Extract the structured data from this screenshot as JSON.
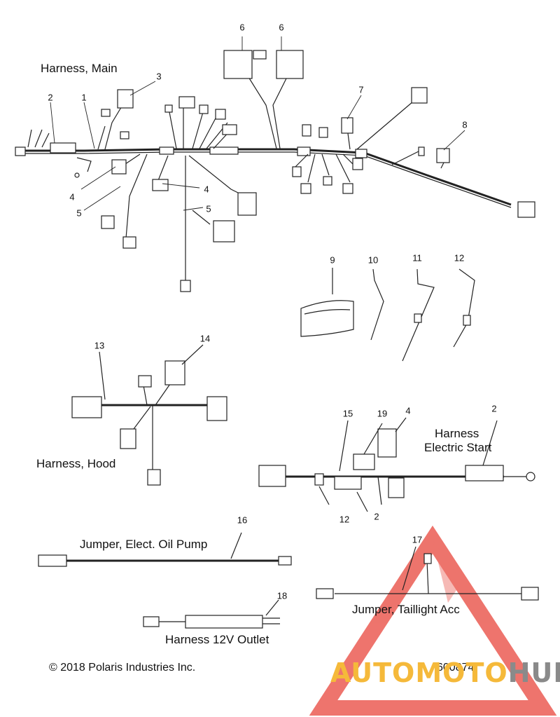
{
  "titles": {
    "main": "Harness, Main",
    "hood": "Harness, Hood",
    "estart_line1": "Harness",
    "estart_line2": "Electric Start",
    "oilpump": "Jumper, Elect. Oil Pump",
    "taillight": "Jumper, Taillight Acc",
    "outlet": "Harness 12V Outlet"
  },
  "callouts": {
    "c1": "1",
    "c2a": "2",
    "c3": "3",
    "c4a": "4",
    "c4b": "4",
    "c5a": "5",
    "c5b": "5",
    "c6a": "6",
    "c6b": "6",
    "c7": "7",
    "c8": "8",
    "c9": "9",
    "c10": "10",
    "c11": "11",
    "c12a": "12",
    "c13": "13",
    "c14": "14",
    "c15": "15",
    "c19": "19",
    "c4c": "4",
    "c2b": "2",
    "c12b": "12",
    "c2c": "2",
    "c16": "16",
    "c17": "17",
    "c18": "18"
  },
  "footer": {
    "copyright": "© 2018 Polaris Industries Inc.",
    "part_number": "600874"
  },
  "watermark": {
    "word_a": "AUTO",
    "word_b": "MOTO",
    "word_c": "HUB",
    "color_primary": "#f5b93a",
    "color_secondary": "#8a8a8a",
    "triangle_color": "#e8463c"
  }
}
